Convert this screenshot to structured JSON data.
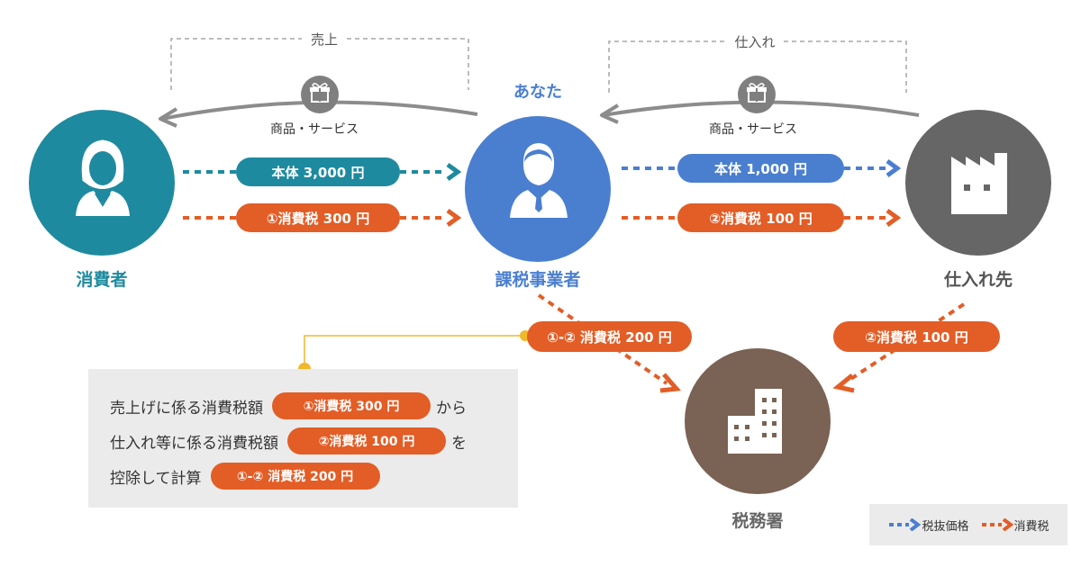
{
  "colors": {
    "consumer": "#1e8a9f",
    "you": "#4a7fd0",
    "supplier": "#666666",
    "tax_office": "#7a6254",
    "tax": "#e35d26",
    "gray_line": "#8c8c8c"
  },
  "top_labels": {
    "sales": "売上",
    "purchase": "仕入れ",
    "you_tag": "あなた"
  },
  "goods_labels": {
    "left": "商品・サービス",
    "right": "商品・サービス"
  },
  "nodes": {
    "consumer": {
      "label": "消費者",
      "icon": "woman-person-icon"
    },
    "taxable_business": {
      "label": "課税事業者",
      "icon": "man-person-icon"
    },
    "supplier": {
      "label": "仕入れ先",
      "icon": "factory-icon"
    },
    "tax_office": {
      "label": "税務署",
      "icon": "building-icon"
    }
  },
  "flows": {
    "consumer_price": "本体 3,000 円",
    "consumer_tax": "①消費税 300 円",
    "supplier_price": "本体 1,000 円",
    "supplier_tax": "②消費税 100 円",
    "you_to_office": "①-② 消費税 200 円",
    "supplier_to_office": "②消費税 100 円"
  },
  "deduction_box": {
    "row1": {
      "text": "売上げに係る消費税額",
      "pill": "①消費税 300 円",
      "suffix": "から"
    },
    "row2": {
      "text": "仕入れ等に係る消費税額",
      "pill": "②消費税 100 円",
      "suffix": "を"
    },
    "row3": {
      "text": "控除して計算",
      "pill": "①-② 消費税 200 円"
    }
  },
  "legend": {
    "pre_tax": "税抜価格",
    "consumption_tax": "消費税"
  }
}
